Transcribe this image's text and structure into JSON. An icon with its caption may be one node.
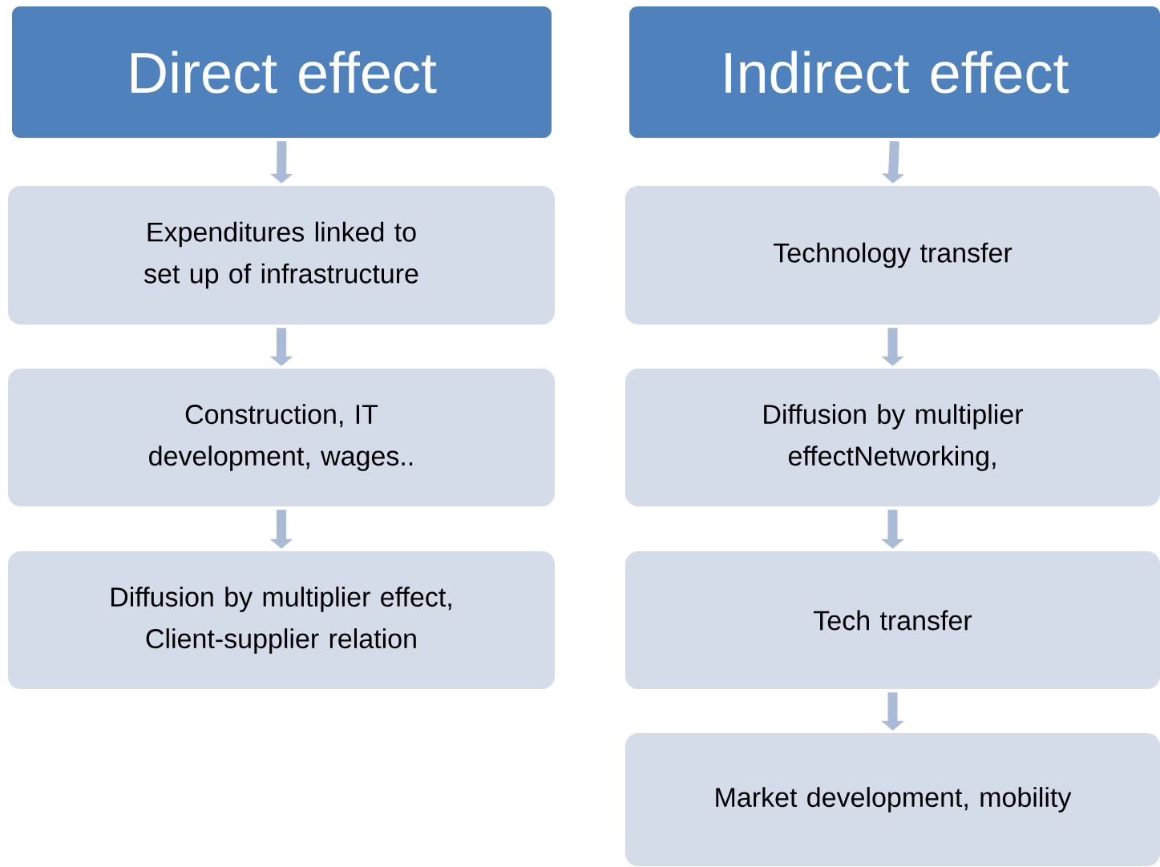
{
  "diagram": {
    "nodes": [
      {
        "text": [
          "Direct effect"
        ]
      },
      {
        "text": [
          "Expenditures linked to set up of infrastructure"
        ]
      },
      {
        "text": [
          "Construction, IT development, wages.."
        ]
      },
      {
        "text": [
          "Diffusion by multiplier effect, Client-supplier relation"
        ]
      },
      {
        "text": [
          "Indirect effect"
        ]
      },
      {
        "text": [
          "Technology transfer"
        ]
      },
      {
        "text": [
          "Diffusion by multiplier effectNetworking,"
        ]
      },
      {
        "text": [
          "Tech transfer"
        ]
      },
      {
        "text": [
          "Market development, mobility"
        ]
      }
    ],
    "edges": [
      {
        "from": 0,
        "to": 1,
        "arrow": "to"
      },
      {
        "from": 1,
        "to": 2,
        "arrow": "to"
      },
      {
        "from": 2,
        "to": 3,
        "arrow": "to"
      },
      {
        "from": 4,
        "to": 5,
        "arrow": "to"
      },
      {
        "from": 5,
        "to": 6,
        "arrow": "to"
      },
      {
        "from": 6,
        "to": 7,
        "arrow": "to"
      },
      {
        "from": 7,
        "to": 8,
        "arrow": "to"
      }
    ]
  }
}
